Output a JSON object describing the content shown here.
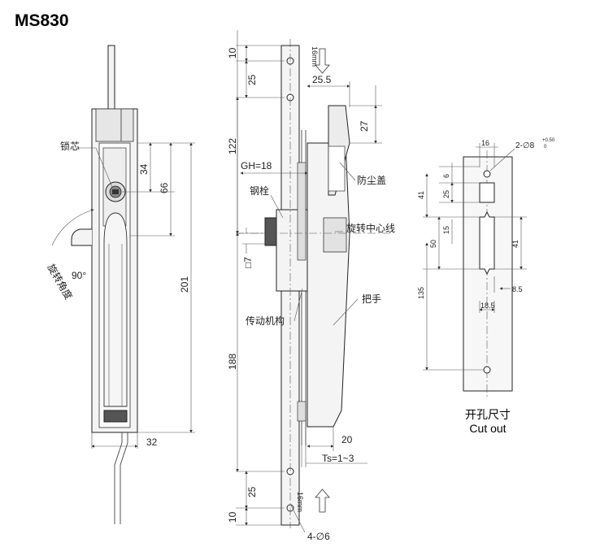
{
  "title": "MS830",
  "caption": {
    "cn": "开孔尺寸",
    "en": "Cut out"
  },
  "front_view": {
    "label_lock_core": "锁芯",
    "label_rotation": "旋转角度",
    "angle": "90°",
    "dim_34": "34",
    "dim_66": "66",
    "dim_201": "201",
    "dim_32": "32"
  },
  "side_view": {
    "dim_10_top": "10",
    "dim_25_top": "25",
    "dim_122": "122",
    "dim_188": "188",
    "dim_25_bottom": "25",
    "dim_10_bottom": "10",
    "dim_25_5": "25.5",
    "dim_27": "27",
    "dim_7": "□7",
    "dim_20": "20",
    "gh": "GH=18",
    "ts": "Ts=1~3",
    "holes": "4-∅6",
    "note_top": "16mm",
    "note_bottom": "16mm",
    "label_dust_cover": "防尘盖",
    "label_steel_bolt": "钢栓",
    "label_rotation_center": "旋转中心线",
    "label_handle": "把手",
    "label_drive_mechanism": "传动机构"
  },
  "cutout_view": {
    "dim_16": "16",
    "hole_spec": "2-∅8",
    "tol_upper": "+0.50",
    "tol_lower": "0",
    "dim_6": "6",
    "dim_25": "25",
    "dim_41_left": "41",
    "dim_15": "15",
    "dim_50": "50",
    "dim_41_right": "41",
    "dim_8_5": "8.5",
    "dim_18_5": "18.5",
    "dim_135": "135"
  }
}
